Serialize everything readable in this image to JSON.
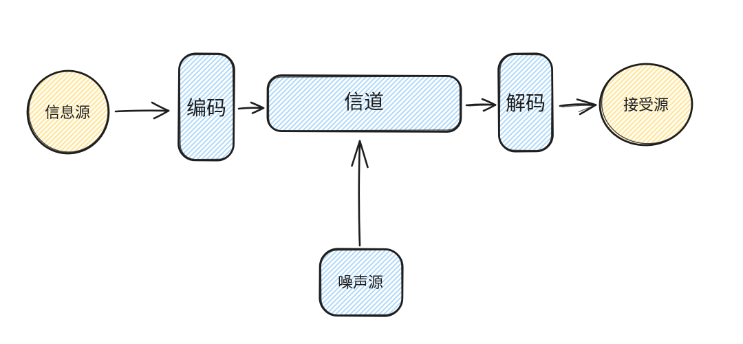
{
  "diagram": {
    "type": "flow-diagram",
    "style": "hand-drawn-hachure",
    "background": "#ffffff",
    "stroke_color": "#1e1e1e",
    "fills": {
      "yellow": "#ffe9a6",
      "blue": "#a5d8ff"
    },
    "nodes": [
      {
        "id": "information-source",
        "label": "信息源",
        "shape": "circle",
        "fill": "yellow"
      },
      {
        "id": "encoder",
        "label": "编码",
        "shape": "rounded-rect",
        "fill": "blue"
      },
      {
        "id": "channel",
        "label": "信道",
        "shape": "rounded-rect",
        "fill": "blue"
      },
      {
        "id": "decoder",
        "label": "解码",
        "shape": "rounded-rect",
        "fill": "blue"
      },
      {
        "id": "receiver",
        "label": "接受源",
        "shape": "circle",
        "fill": "yellow"
      },
      {
        "id": "noise-source",
        "label": "噪声源",
        "shape": "rounded-rect",
        "fill": "blue"
      }
    ],
    "edges": [
      {
        "from": "information-source",
        "to": "encoder",
        "direction": "right"
      },
      {
        "from": "encoder",
        "to": "channel",
        "direction": "right"
      },
      {
        "from": "channel",
        "to": "decoder",
        "direction": "right"
      },
      {
        "from": "decoder",
        "to": "receiver",
        "direction": "right"
      },
      {
        "from": "noise-source",
        "to": "channel",
        "direction": "up"
      }
    ]
  }
}
